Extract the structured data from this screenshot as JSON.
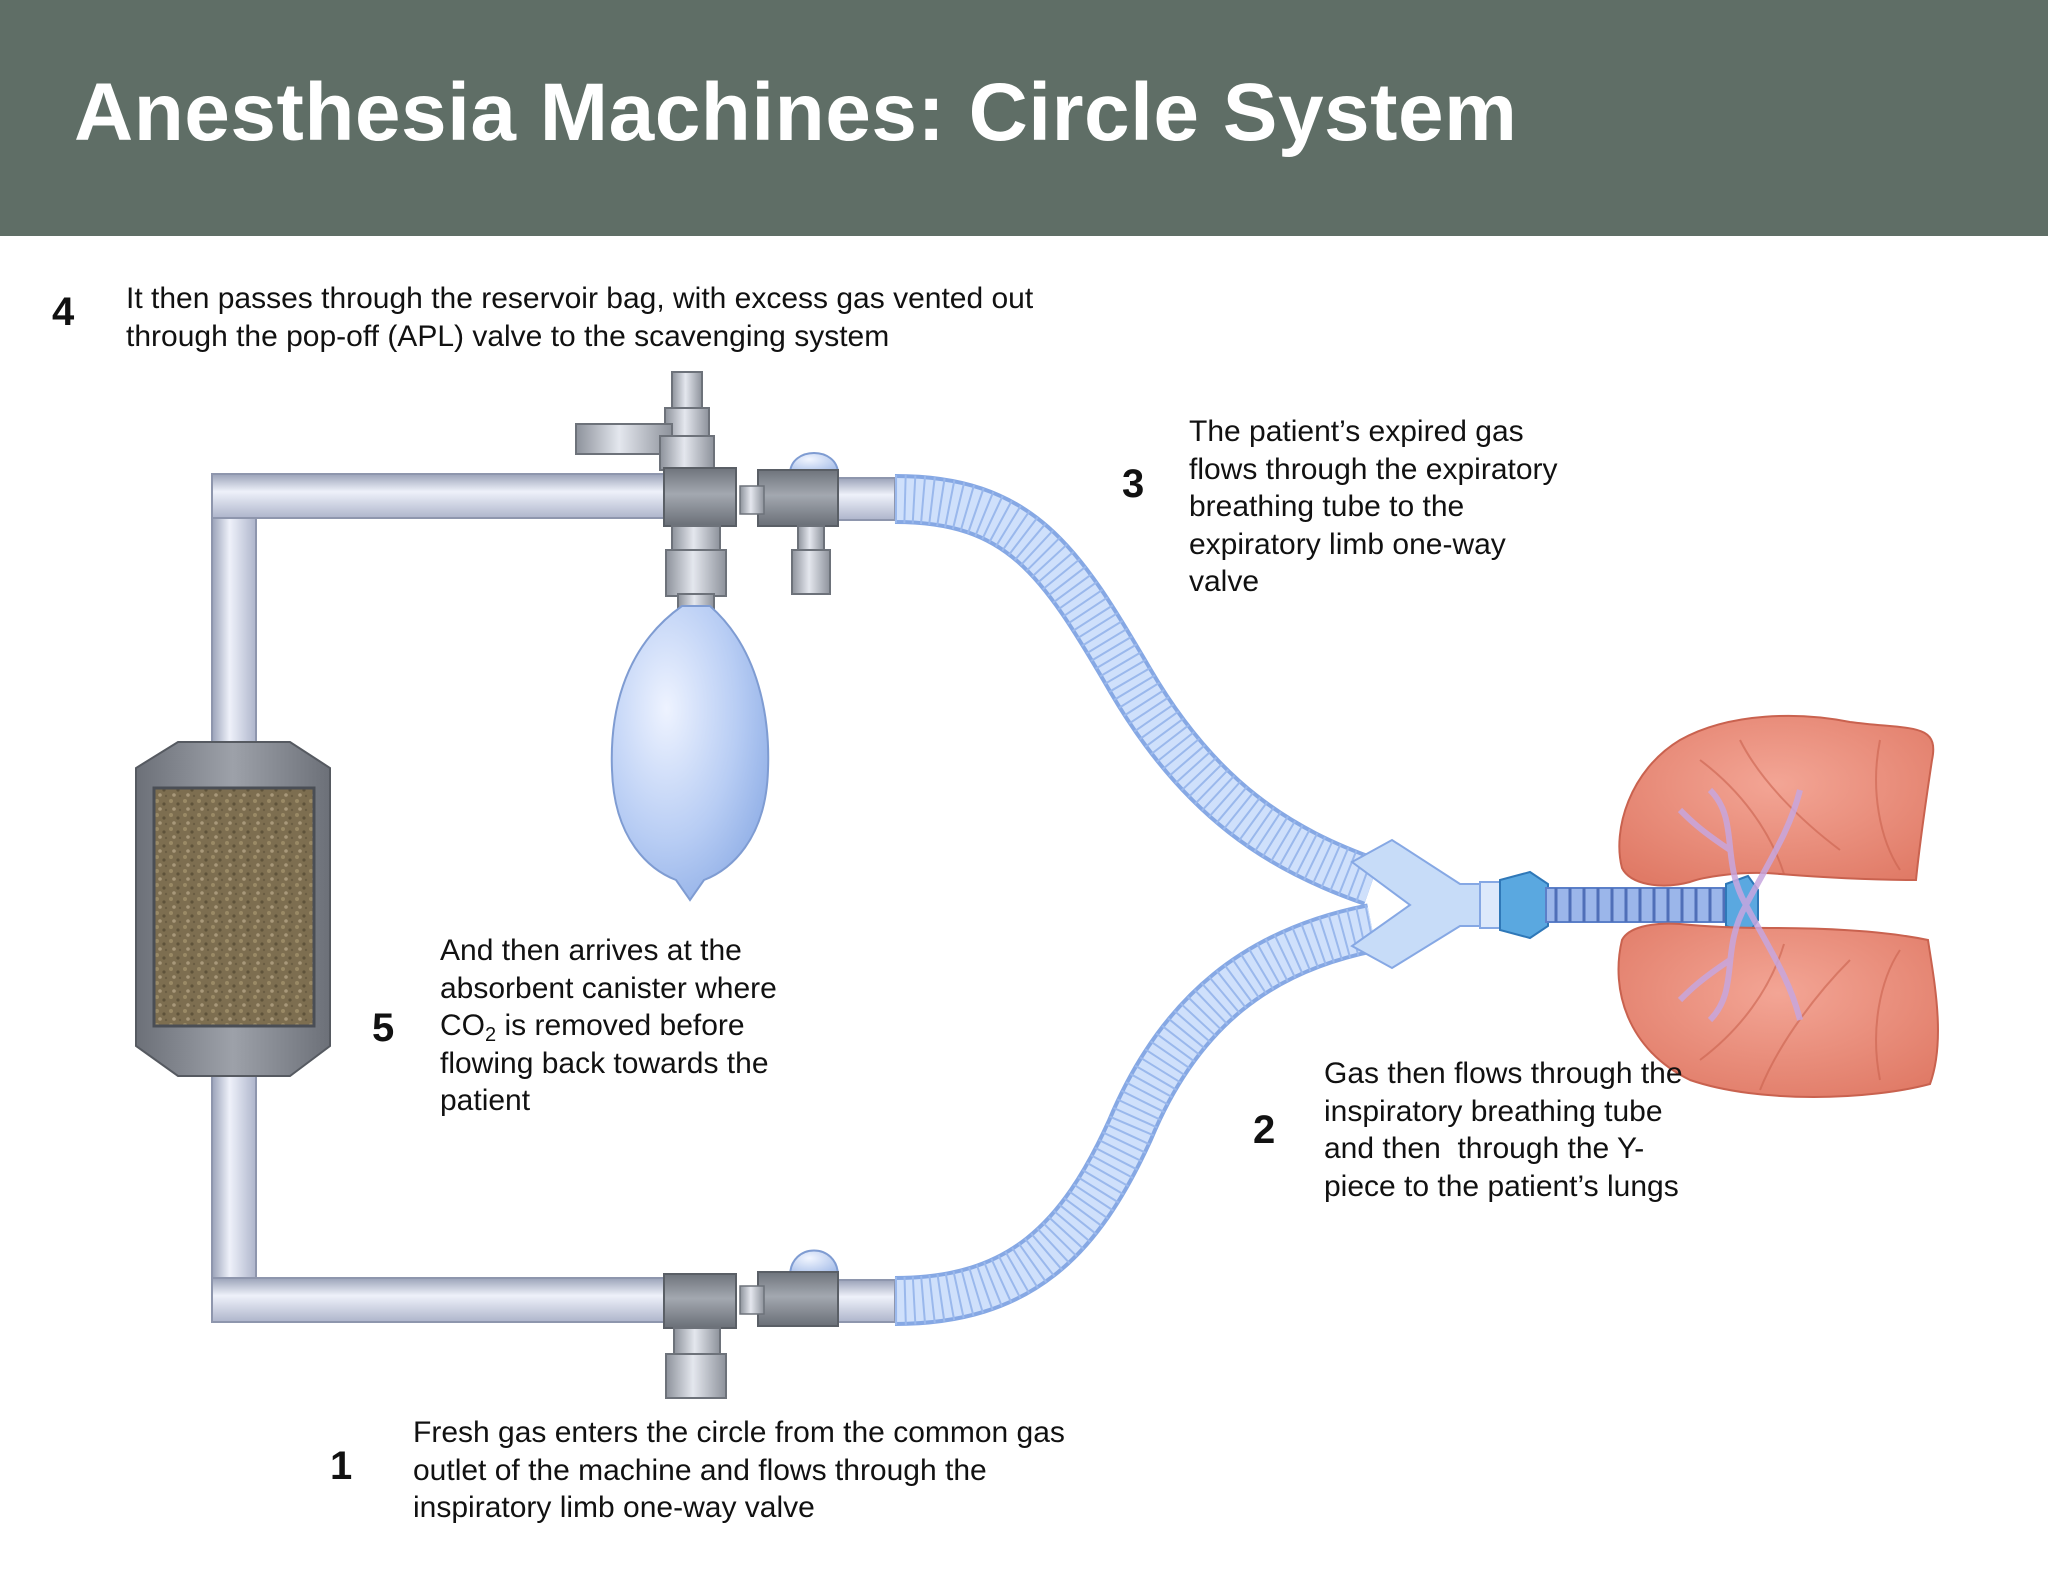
{
  "title": "Anesthesia Machines: Circle System",
  "steps": [
    {
      "number": "1",
      "text": "Fresh gas enters the circle from the common gas\noutlet of the machine and flows through the\ninspiratory limb one-way valve"
    },
    {
      "number": "2",
      "text": "Gas then flows through the\ninspiratory breathing tube\nand then  through the Y-\npiece to the patient’s lungs"
    },
    {
      "number": "3",
      "text": "The patient’s expired gas\nflows through the expiratory\nbreathing tube to the\nexpiratory limb one-way\nvalve"
    },
    {
      "number": "4",
      "text": "It then passes through the reservoir bag, with excess gas vented out\nthrough the pop-off (APL) valve to the scavenging system"
    },
    {
      "number": "5",
      "text_before": "And then arrives at the\nabsorbent canister where\nCO",
      "subscript": "2",
      "text_after": " is removed before\nflowing back towards the\npatient"
    }
  ],
  "colors": {
    "header": "#5f6e66",
    "pipe": "#c7cde2",
    "valve": "#8a8f96",
    "tube": "#bcd4f7",
    "bag": "#b7cdf5",
    "canister": "#7b6b4b",
    "lung": "#e88672"
  }
}
